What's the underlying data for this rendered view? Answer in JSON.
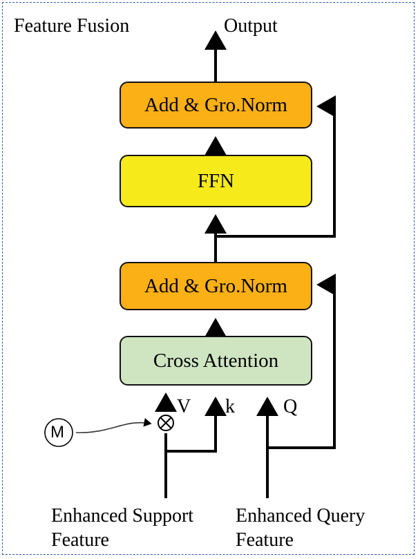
{
  "diagram": {
    "title": "Feature Fusion",
    "output_label": "Output",
    "blocks": {
      "add_norm_top": "Add & Gro.Norm",
      "ffn": "FFN",
      "add_norm_bottom": "Add & Gro.Norm",
      "cross_attention": "Cross Attention"
    },
    "inputs": {
      "v_label": "V",
      "k_label": "k",
      "q_label": "Q",
      "mask_label": "M",
      "multiply_symbol": "⊗",
      "support_line1": "Enhanced Support",
      "support_line2": "Feature",
      "query_line1": "Enhanced Query",
      "query_line2": "Feature"
    },
    "colors": {
      "add_norm": "#fbb016",
      "ffn": "#f6ea1b",
      "cross_attention": "#cfe5c2",
      "frame": "#2a5caa"
    }
  }
}
